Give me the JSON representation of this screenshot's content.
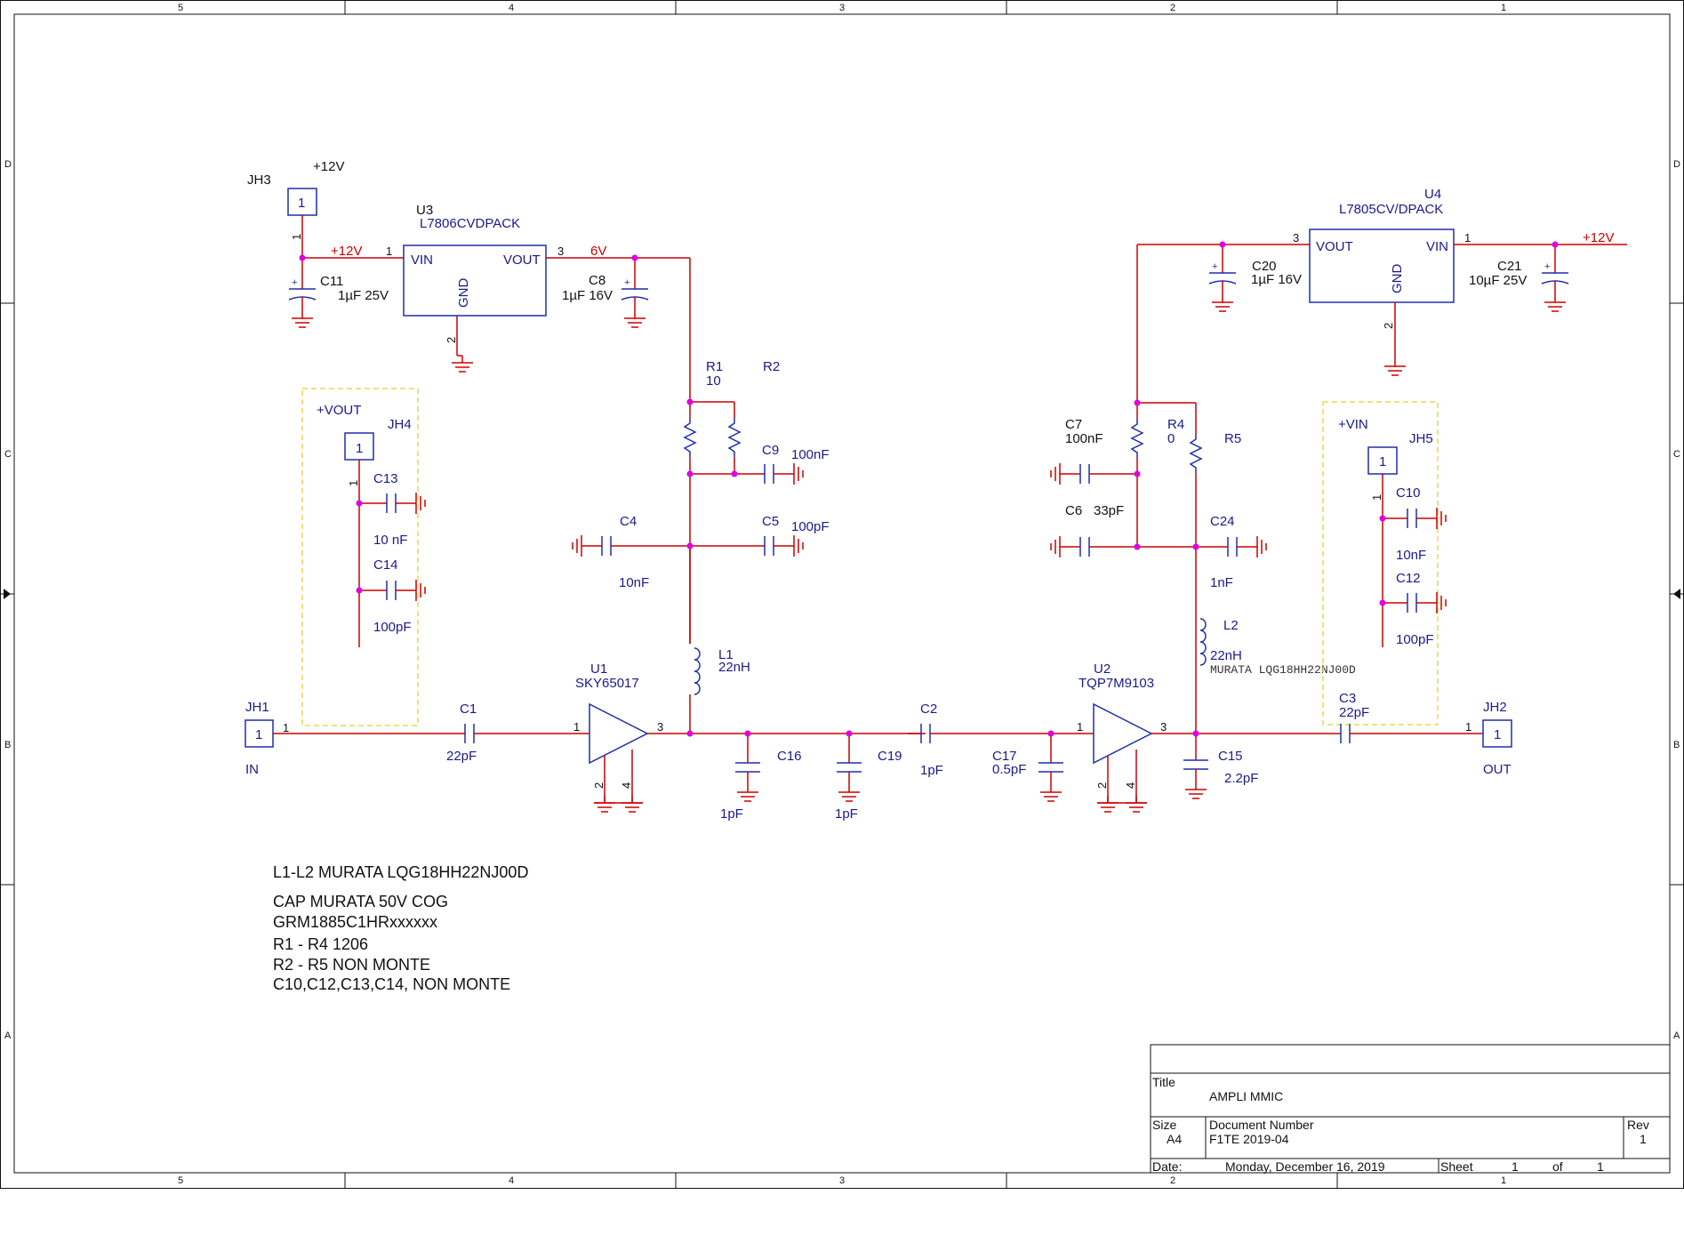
{
  "frame": {
    "columns": [
      "5",
      "4",
      "3",
      "2",
      "1"
    ],
    "rows": [
      "D",
      "C",
      "B",
      "A"
    ]
  },
  "title_block": {
    "title_label": "Title",
    "title": "AMPLI MMIC",
    "size_label": "Size",
    "size": "A4",
    "docnum_label": "Document Number",
    "docnum": "F1TE 2019-04",
    "rev_label": "Rev",
    "rev": "1",
    "date_label": "Date:",
    "date": "Monday, December 16, 2019",
    "sheet_label": "Sheet",
    "sheet": "1",
    "of_label": "of",
    "of": "1"
  },
  "notes": [
    "L1-L2  MURATA LQG18HH22NJ00D",
    "CAP MURATA 50V COG",
    "GRM1885C1HRxxxxxx",
    "R1 - R4 1206",
    "R2 - R5 NON MONTE",
    "C10,C12,C13,C14, NON MONTE"
  ],
  "nets": {
    "p12_left": "+12V",
    "p12_wire": "+12V",
    "v6": "6V",
    "p12_right": "+12V",
    "vout_box": "+VOUT",
    "vin_box": "+VIN"
  },
  "regulators": {
    "u3": {
      "ref": "U3",
      "part": "L7806CVDPACK",
      "vin": "VIN",
      "vout": "VOUT",
      "gnd": "GND",
      "p1": "1",
      "p2": "2",
      "p3": "3"
    },
    "u4": {
      "ref": "U4",
      "part": "L7805CV/DPACK",
      "vin": "VIN",
      "vout": "VOUT",
      "gnd": "GND",
      "p1": "1",
      "p2": "2",
      "p3": "3"
    }
  },
  "amps": {
    "u1": {
      "ref": "U1",
      "part": "SKY65017",
      "p1": "1",
      "p2": "2",
      "p3": "3",
      "p4": "4"
    },
    "u2": {
      "ref": "U2",
      "part": "TQP7M9103",
      "p1": "1",
      "p2": "2",
      "p3": "3",
      "p4": "4"
    }
  },
  "connectors": {
    "jh1": {
      "ref": "JH1",
      "pin": "1",
      "pinnum": "1",
      "label": "IN"
    },
    "jh2": {
      "ref": "JH2",
      "pin": "1",
      "pinnum": "1",
      "label": "OUT"
    },
    "jh3": {
      "ref": "JH3",
      "pin": "1",
      "pinnum": "1"
    },
    "jh4": {
      "ref": "JH4",
      "pin": "1",
      "pinnum": "1"
    },
    "jh5": {
      "ref": "JH5",
      "pin": "1",
      "pinnum": "1"
    }
  },
  "components": {
    "c1": {
      "ref": "C1",
      "value": "22pF"
    },
    "c2": {
      "ref": "C2",
      "value": "1pF"
    },
    "c3": {
      "ref": "C3",
      "value": "22pF"
    },
    "c4": {
      "ref": "C4",
      "value": "10nF"
    },
    "c5": {
      "ref": "C5",
      "value": "100pF"
    },
    "c6": {
      "ref": "C6",
      "value": "33pF"
    },
    "c7": {
      "ref": "C7",
      "value": "100nF"
    },
    "c8": {
      "ref": "C8",
      "value": "1µF 16V"
    },
    "c9": {
      "ref": "C9",
      "value": "100nF"
    },
    "c10": {
      "ref": "C10",
      "value": "10nF"
    },
    "c11": {
      "ref": "C11",
      "value": "1µF 25V"
    },
    "c12": {
      "ref": "C12",
      "value": "100pF"
    },
    "c13": {
      "ref": "C13",
      "value": "10 nF"
    },
    "c14": {
      "ref": "C14",
      "value": "100pF"
    },
    "c15": {
      "ref": "C15",
      "value": "2.2pF"
    },
    "c16": {
      "ref": "C16",
      "value": "1pF"
    },
    "c17": {
      "ref": "C17",
      "value": "0.5pF"
    },
    "c19": {
      "ref": "C19",
      "value": "1pF"
    },
    "c20": {
      "ref": "C20",
      "value": "1µF 16V"
    },
    "c21": {
      "ref": "C21",
      "value": "10µF 25V"
    },
    "c24": {
      "ref": "C24",
      "value": "1nF"
    },
    "r1": {
      "ref": "R1",
      "value": "10"
    },
    "r2": {
      "ref": "R2"
    },
    "r4": {
      "ref": "R4",
      "value": "0"
    },
    "r5": {
      "ref": "R5"
    },
    "l1": {
      "ref": "L1",
      "value": "22nH"
    },
    "l2": {
      "ref": "L2",
      "value": "22nH",
      "part": "MURATA LQG18HH22NJ00D"
    }
  },
  "colors": {
    "wire": "#cc0000",
    "symbol": "#1f2fa8",
    "junction": "#e000e0",
    "box": "#e8d84a"
  }
}
